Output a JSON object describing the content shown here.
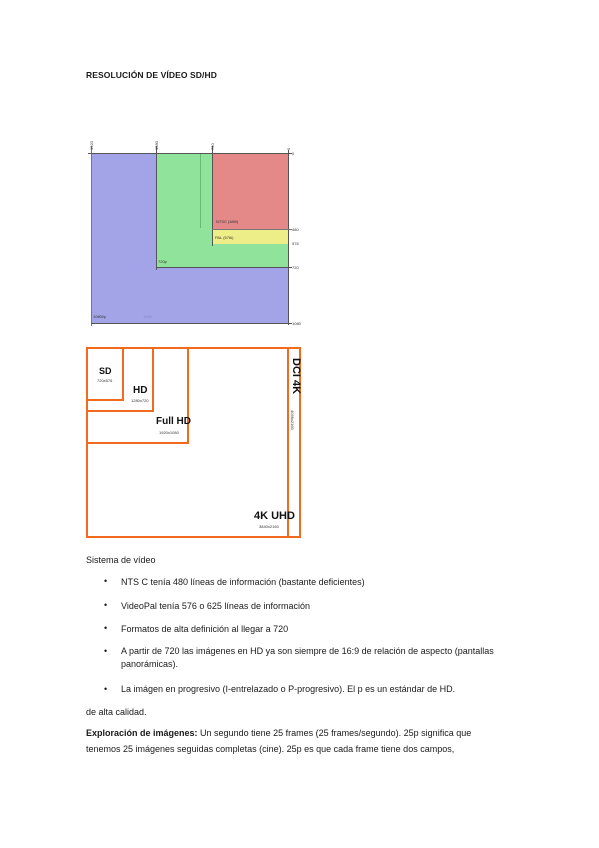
{
  "title": "RESOLUCIÓN DE VÍDEO SD/HD",
  "diagram1": {
    "top_ticks": [
      "1920",
      "1280",
      "720",
      "0"
    ],
    "right_ticks": [
      "0",
      "480",
      "576",
      "720",
      "1080"
    ],
    "inner_labels": {
      "ntsc": "NTSC (480i)",
      "pal": "PAL (576i)",
      "hd720": "720p",
      "hd1080": "1080i/p",
      "mid": "1080"
    },
    "colors": {
      "blue": "#a3a3e8",
      "green": "#8fe39a",
      "red": "#e48888",
      "yellow": "#eeee88"
    }
  },
  "diagram2": {
    "sd": {
      "name": "SD",
      "res": "720x576"
    },
    "hd": {
      "name": "HD",
      "res": "1280x720"
    },
    "fullhd": {
      "name": "Full HD",
      "res": "1920x1080"
    },
    "uhd": {
      "name": "4K UHD",
      "res": "3840x2160"
    },
    "dci": {
      "name": "DCI 4K",
      "res": "4096x2160"
    },
    "border_color": "#f26a1b"
  },
  "text": {
    "section_label": "Sistema de vídeo",
    "bullets": [
      "NTS C tenía 480 líneas de información (bastante deficientes)",
      "VideoPal tenía 576 o 625 líneas de información",
      "Formatos de alta  definición al llegar a 720",
      "A partir de 720 las imágenes en HD ya son siempre de 16:9 de relación de aspecto (pantallas panorámicas).",
      "La imágen en progresivo (I-entrelazado o P-progresivo). El p es un estándar de HD."
    ],
    "after_bullets": "de alta calidad.",
    "para_bold": "Exploración de imágenes:",
    "para_rest_line1": " Un segundo tiene 25 frames (25 frames/segundo). 25p significa que",
    "para_line2": "tenemos 25 imágenes seguidas completas (cine). 25p es que cada frame tiene dos campos,"
  }
}
